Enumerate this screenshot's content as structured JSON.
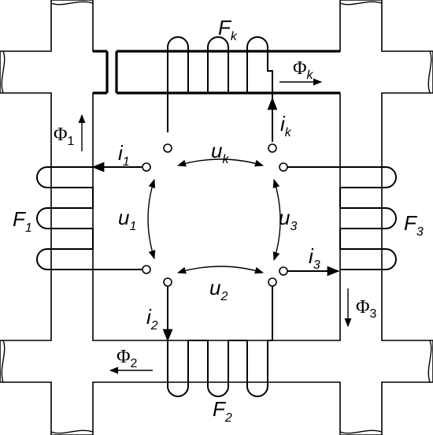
{
  "windings": {
    "fk": {
      "letter": "F",
      "sub": "k"
    },
    "f1": {
      "letter": "F",
      "sub": "1"
    },
    "f2": {
      "letter": "F",
      "sub": "2"
    },
    "f3": {
      "letter": "F",
      "sub": "3"
    }
  },
  "fluxes": {
    "phik": {
      "symbol": "Φ",
      "sub": "k"
    },
    "phi1": {
      "symbol": "Φ",
      "sub": "1"
    },
    "phi2": {
      "symbol": "Φ",
      "sub": "2"
    },
    "phi3": {
      "symbol": "Φ",
      "sub": "3"
    }
  },
  "currents": {
    "ik": {
      "letter": "i",
      "sub": "k"
    },
    "i1": {
      "letter": "i",
      "sub": "1"
    },
    "i2": {
      "letter": "i",
      "sub": "2"
    },
    "i3": {
      "letter": "i",
      "sub": "3"
    }
  },
  "voltages": {
    "uk": {
      "letter": "u",
      "sub": "k"
    },
    "u1": {
      "letter": "u",
      "sub": "1"
    },
    "u2": {
      "letter": "u",
      "sub": "2"
    },
    "u3": {
      "letter": "u",
      "sub": "3"
    }
  },
  "colors": {
    "line": "#000000",
    "background": "#ffffff"
  }
}
